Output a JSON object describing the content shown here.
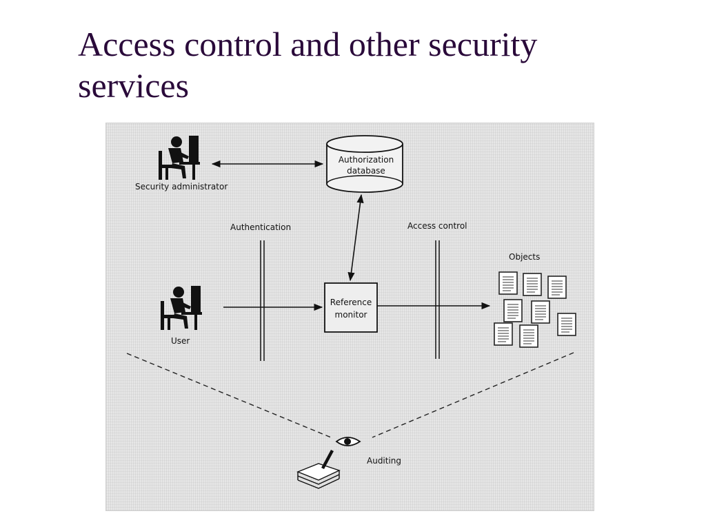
{
  "slide": {
    "title_line1": "Access control and other security",
    "title_line2": "services"
  },
  "diagram": {
    "security_administrator": "Security administrator",
    "authorization_database_line1": "Authorization",
    "authorization_database_line2": "database",
    "authentication": "Authentication",
    "access_control": "Access control",
    "objects": "Objects",
    "user": "User",
    "reference_monitor_line1": "Reference",
    "reference_monitor_line2": "monitor",
    "auditing": "Auditing"
  }
}
